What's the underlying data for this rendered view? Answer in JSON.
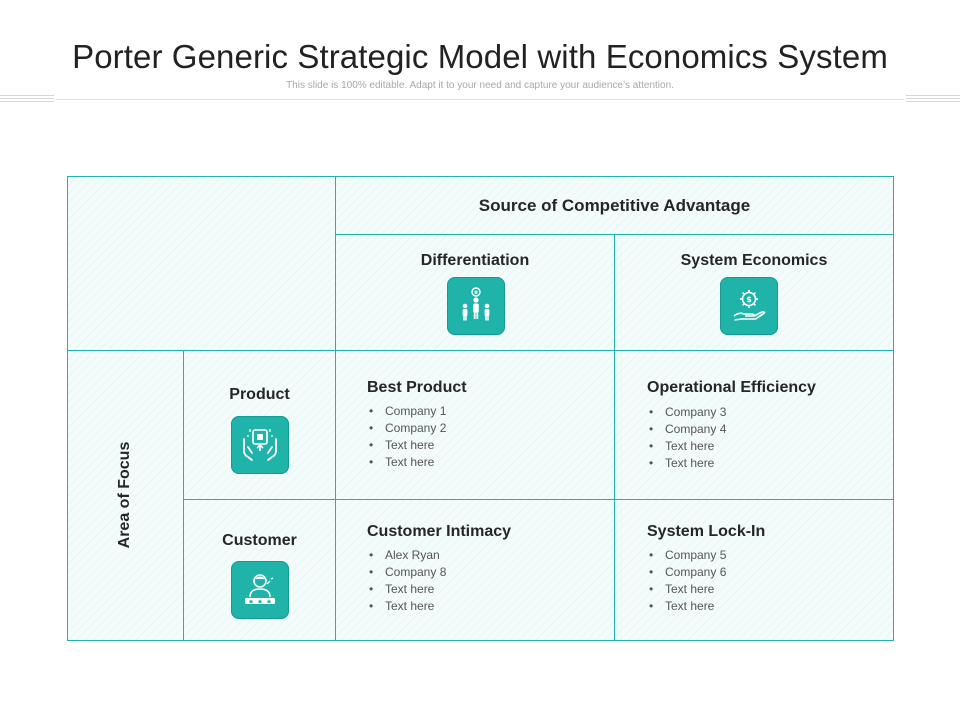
{
  "title": "Porter Generic Strategic Model with Economics System",
  "subtitle": "This slide is 100% editable. Adapt it to your need and capture your audience’s attention.",
  "matrix": {
    "top_header": "Source of Competitive Advantage",
    "side_header": "Area of Focus",
    "columns": [
      {
        "label": "Differentiation",
        "icon": "people-award-icon"
      },
      {
        "label": "System Economics",
        "icon": "gear-dollar-hand-icon"
      }
    ],
    "rows": [
      {
        "label": "Product",
        "icon": "product-hands-icon"
      },
      {
        "label": "Customer",
        "icon": "customer-rating-icon"
      }
    ],
    "quadrants": [
      {
        "title": "Best Product",
        "items": [
          "Company 1",
          "Company 2",
          "Text here",
          "Text here"
        ]
      },
      {
        "title": "Operational Efficiency",
        "items": [
          "Company 3",
          "Company 4",
          "Text here",
          "Text here"
        ]
      },
      {
        "title": "Customer Intimacy",
        "items": [
          "Alex Ryan",
          "Company 8",
          "Text here",
          "Text here"
        ]
      },
      {
        "title": "System Lock-In",
        "items": [
          "Company 5",
          "Company 6",
          "Text here",
          "Text here"
        ]
      }
    ],
    "accent_color": "#1fb3aa"
  }
}
